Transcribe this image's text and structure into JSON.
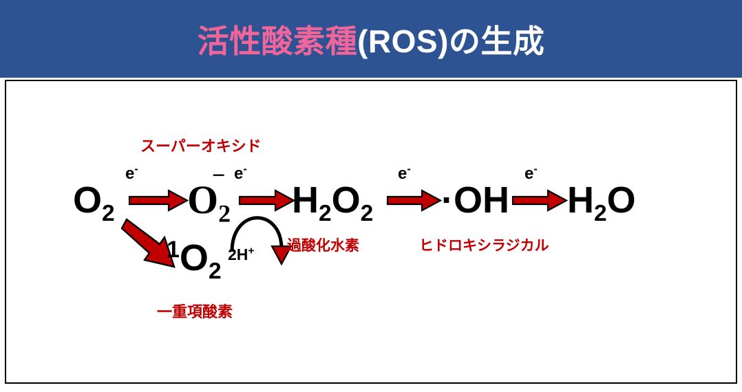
{
  "slide": {
    "title_pink": "活性酸素種",
    "title_white": "(ROS)の生成",
    "title_full": "活性酸素種(ROS)の生成",
    "header_color": "#2E5393",
    "title_pink_color": "#F0669A",
    "title_white_color": "#FFFFFF",
    "arrow_color": "#C00000",
    "label_color": "#C00000",
    "species_color": "#000000",
    "background_color": "#FFFFFF",
    "border_color": "#000000"
  },
  "diagram": {
    "species": [
      {
        "id": "o2",
        "main": "O",
        "sub": "2",
        "sup": "",
        "pre": "",
        "label_jp": ""
      },
      {
        "id": "o2rad",
        "main": "O",
        "sub": "2",
        "sup": "−",
        "pre": "",
        "label_jp": "スーパーオキシド"
      },
      {
        "id": "h2o2",
        "main": "H",
        "sub": "2",
        "sup": "",
        "pre": "",
        "label_jp": "過酸化水素"
      },
      {
        "id": "oh",
        "main": "·OH",
        "sub": "",
        "sup": "",
        "pre": "",
        "label_jp": "ヒドロキシラジカル"
      },
      {
        "id": "h2o",
        "main": "H",
        "sub": "2",
        "sup": "",
        "pre": "",
        "label_jp": ""
      },
      {
        "id": "singlet",
        "main": "O",
        "sub": "2",
        "sup": "",
        "pre": "1",
        "label_jp": "一重項酸素"
      }
    ],
    "species_text": {
      "o2": "O2",
      "superoxide": "O2−",
      "hydrogen_peroxide": "H2O2",
      "hydroxyl_radical": "·OH",
      "water": "H2O",
      "singlet_oxygen": "1O2"
    },
    "electron_labels": [
      {
        "id": "e1",
        "text": "e",
        "charge": "-"
      },
      {
        "id": "e2",
        "text": "e",
        "charge": "-"
      },
      {
        "id": "e3",
        "text": "e",
        "charge": "-"
      },
      {
        "id": "e4",
        "text": "e",
        "charge": "-"
      }
    ],
    "proton_label": {
      "text": "2H",
      "charge": "+",
      "full": "2H+"
    },
    "red_labels": {
      "superoxide": "スーパーオキシド",
      "hydrogen_peroxide": "過酸化水素",
      "hydroxyl_radical": "ヒドロキシラジカル",
      "singlet_oxygen": "一重項酸素"
    },
    "arrows": [
      {
        "id": "arrow-o2-to-superoxide",
        "kind": "straight",
        "electron": "e-"
      },
      {
        "id": "arrow-superoxide-to-h2o2",
        "kind": "straight",
        "electron": "e-"
      },
      {
        "id": "arrow-h2o2-to-oh",
        "kind": "straight",
        "electron": "e-"
      },
      {
        "id": "arrow-oh-to-h2o",
        "kind": "straight",
        "electron": "e-"
      },
      {
        "id": "arrow-o2-to-singlet",
        "kind": "diagonal",
        "electron": ""
      },
      {
        "id": "arrow-proton-curve",
        "kind": "curved",
        "electron": ""
      }
    ]
  }
}
